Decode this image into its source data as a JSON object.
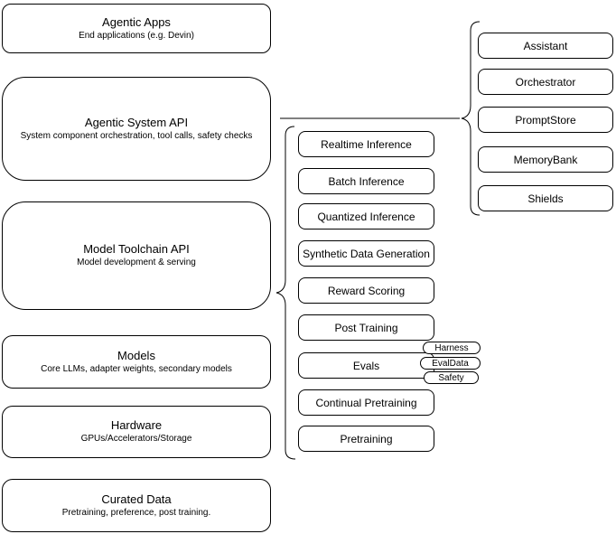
{
  "left_column": [
    {
      "title": "Agentic Apps",
      "subtitle": "End applications (e.g. Devin)"
    },
    {
      "title": "Agentic System API",
      "subtitle": "System component orchestration, tool calls, safety checks"
    },
    {
      "title": "Model Toolchain API",
      "subtitle": "Model development & serving"
    },
    {
      "title": "Models",
      "subtitle": "Core LLMs, adapter weights, secondary models"
    },
    {
      "title": "Hardware",
      "subtitle": "GPUs/Accelerators/Storage"
    },
    {
      "title": "Curated Data",
      "subtitle": "Pretraining, preference, post training."
    }
  ],
  "toolchain_items": [
    "Realtime Inference",
    "Batch Inference",
    "Quantized Inference",
    "Synthetic Data Generation",
    "Reward Scoring",
    "Post Training",
    "Evals",
    "Continual Pretraining",
    "Pretraining"
  ],
  "system_items": [
    "Assistant",
    "Orchestrator",
    "PromptStore",
    "MemoryBank",
    "Shields"
  ],
  "eval_tags": [
    "Harness",
    "EvalData",
    "Safety"
  ],
  "colors": {
    "stroke": "#000000",
    "fill": "#ffffff",
    "text": "#000000"
  }
}
